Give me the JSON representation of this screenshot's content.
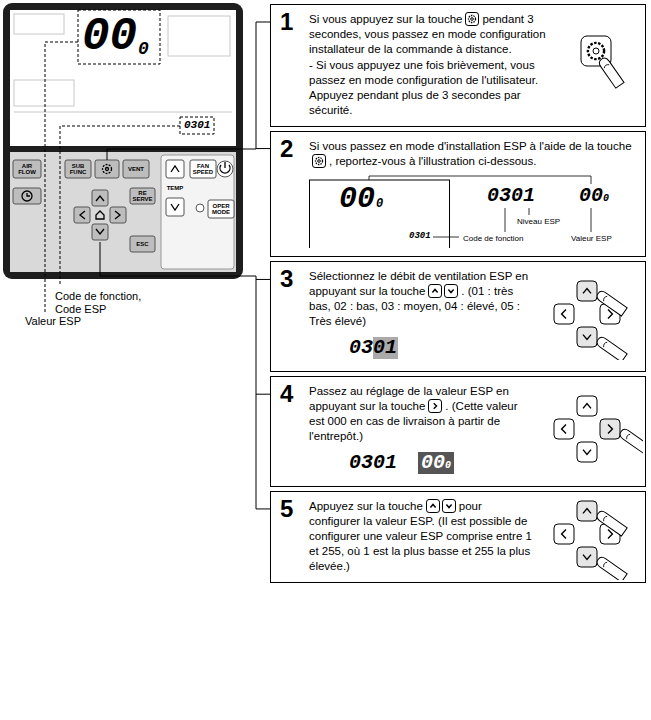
{
  "diagram": {
    "nodes": [
      {
        "text": [
          "1",
          "Si vous appuyez sur la touche",
          "pendant 3 secondes, vous passez en mode configuration installateur de la commande à distance.",
          "- Si vous appuyez une fois brièvement, vous passez en mode configuration de l'utilisateur. Appuyez pendant plus de 3 secondes par sécurité."
        ]
      },
      {
        "text": [
          "2",
          "Si vous passez en mode d'installation ESP à l'aide de la touche",
          ", reportez-vous à l'illustration ci-dessous."
        ]
      },
      {
        "text": [
          "3",
          "Sélectionnez le débit de ventilation ESP en appuyant sur la touche",
          ". (01 : très bas, 02 : bas, 03 : moyen, 04 : élevé, 05 : Très élevé)"
        ]
      },
      {
        "text": [
          "4",
          "Passez au réglage de la valeur ESP en appuyant sur la touche",
          ". (Cette valeur est 000 en cas de livraison à partir de l'entrepôt.)"
        ]
      },
      {
        "text": [
          "5",
          "Appuyez sur la touche",
          "pour configurer la valeur ESP. (Il est possible de configurer une valeur ESP comprise entre 1 et 255, où 1 est la plus basse et 255 la plus élevée.)"
        ]
      }
    ],
    "labels": [
      "00",
      "0",
      "0301",
      "Code de fonction, Code ESP",
      "Valeur ESP",
      "AIR FLOW",
      "SUB FUNC",
      "VENT",
      "RE SERVE",
      "ESC",
      "FAN SPEED",
      "TEMP",
      "OPER MODE",
      "00",
      "0",
      "0301",
      "0301",
      "00",
      "0",
      "Niveau ESP",
      "Code de fonction",
      "Valeur ESP",
      "0301",
      "0301",
      "00",
      "0"
    ]
  }
}
